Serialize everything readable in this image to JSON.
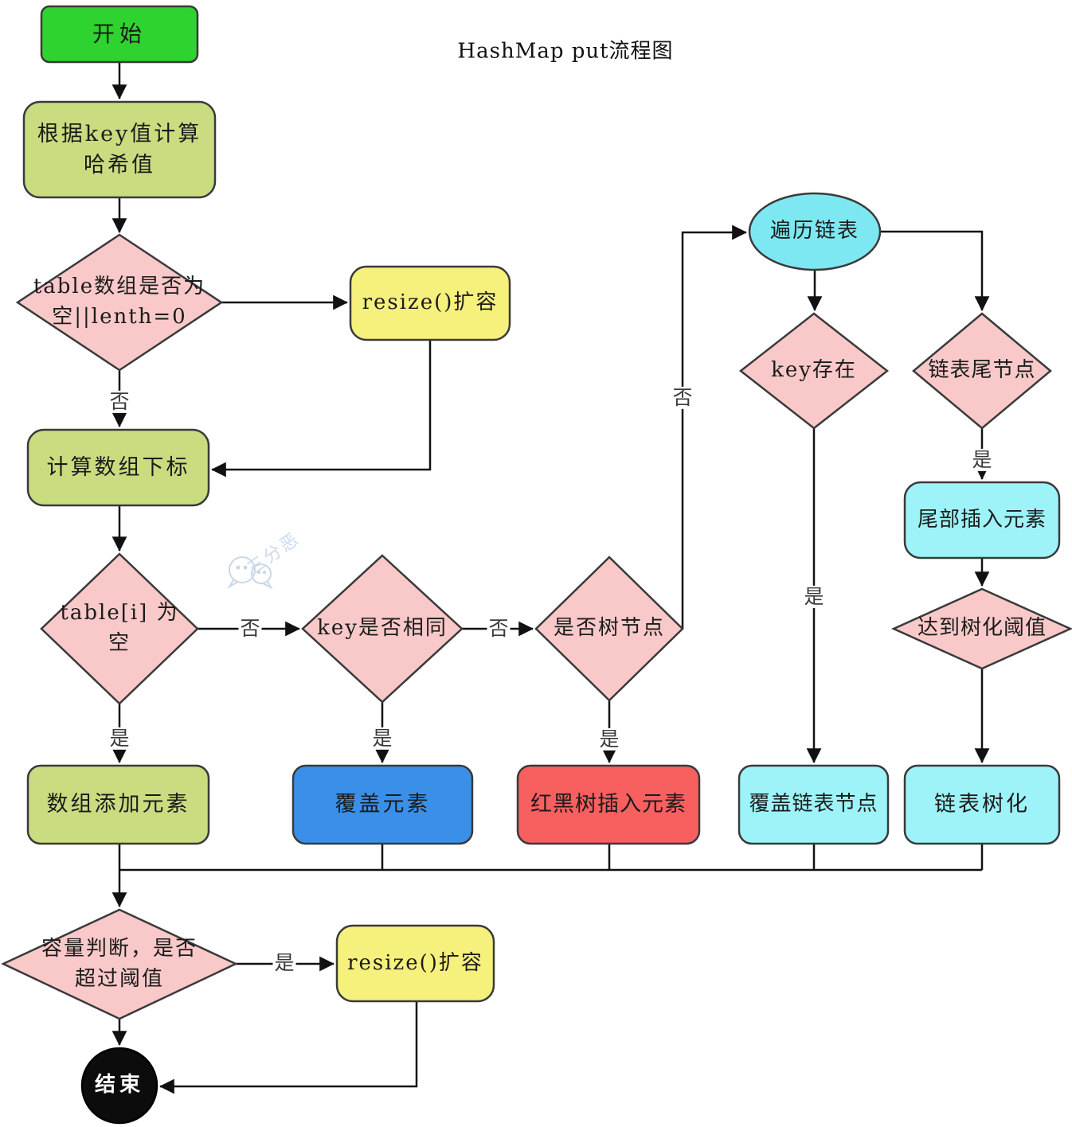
{
  "title": "HashMap put流程图",
  "watermark": "三分恶",
  "palette": {
    "start_green": "#2fd32f",
    "process_light_green": "#c9dc80",
    "decision_pink": "#f9c9c9",
    "resize_yellow": "#f6f07c",
    "traverse_cyan": "#7de8f1",
    "list_light_cyan": "#9df3f8",
    "overwrite_blue": "#3a90e9",
    "rbtree_red": "#f85f5f",
    "end_black": "#0c0c0c",
    "line_color": "#111111",
    "watermark_blue": "#ccdaec"
  },
  "nodes": {
    "start": {
      "label": "开始"
    },
    "calc_hash": {
      "label": "根据key值计算\n哈希值"
    },
    "table_empty": {
      "label": "table数组是否为\n空||lenth=0"
    },
    "resize1": {
      "label": "resize()扩容"
    },
    "calc_index": {
      "label": "计算数组下标"
    },
    "table_i_empty": {
      "label": "table[i] 为\n空"
    },
    "key_same": {
      "label": "key是否相同"
    },
    "tree_node": {
      "label": "是否树节点"
    },
    "traverse_list": {
      "label": "遍历链表"
    },
    "key_exist": {
      "label": "key存在"
    },
    "tail_node": {
      "label": "链表尾节点"
    },
    "tail_insert": {
      "label": "尾部插入元素"
    },
    "treeify_threshold": {
      "label": "达到树化阈值"
    },
    "add_array": {
      "label": "数组添加元素"
    },
    "overwrite": {
      "label": "覆盖元素"
    },
    "rbtree_insert": {
      "label": "红黑树插入元素"
    },
    "overwrite_list_node": {
      "label": "覆盖链表节点"
    },
    "list_treeify": {
      "label": "链表树化"
    },
    "capacity_check": {
      "label": "容量判断，是否\n超过阈值"
    },
    "resize2": {
      "label": "resize()扩容"
    },
    "end": {
      "label": "结束"
    }
  },
  "edges": {
    "table_empty_no": "否",
    "table_i_yes": "是",
    "table_i_no": "否",
    "key_same_yes": "是",
    "key_same_no": "否",
    "tree_node_yes": "是",
    "tree_node_no": "否",
    "key_exist_yes": "是",
    "tail_node_yes": "是",
    "capacity_yes": "是"
  }
}
